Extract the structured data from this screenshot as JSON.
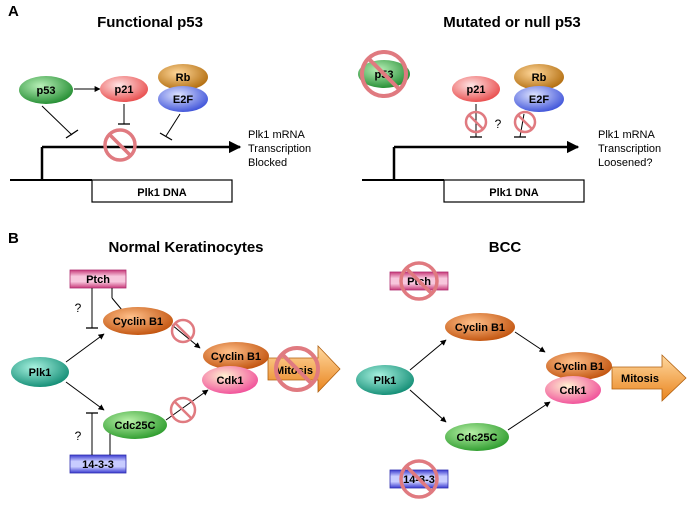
{
  "panel_a": {
    "letter": "A",
    "left_title": "Functional p53",
    "right_title": "Mutated or null p53",
    "p53": "p53",
    "p21": "p21",
    "rb": "Rb",
    "e2f": "E2F",
    "dna_label": "Plk1 DNA",
    "question": "?",
    "left_text": [
      "Plk1 mRNA",
      "Transcription",
      "Blocked"
    ],
    "right_text": [
      "Plk1 mRNA",
      "Transcription",
      "Loosened?"
    ]
  },
  "panel_b": {
    "letter": "B",
    "left_title": "Normal Keratinocytes",
    "right_title": "BCC",
    "ptch": "Ptch",
    "plk1": "Plk1",
    "cyclin_b1": "Cyclin B1",
    "cdc25c": "Cdc25C",
    "cdk1": "Cdk1",
    "mitosis": "Mitosis",
    "protein_1433": "14-3-3",
    "question": "?"
  },
  "colors": {
    "p53": "#2e9a3c",
    "p21": "#f07878",
    "rb": "#c98a1e",
    "e2f": "#5a6ee0",
    "plk1": "#1fa08a",
    "cyclin_b1": "#d9641a",
    "cdc25c": "#3aa33a",
    "cdk1": "#f06aa8",
    "mitosis": "#f09a3a",
    "ptch": "#e58ab0",
    "protein_1433": "#5f66e6",
    "forbidden": "#e07a80"
  }
}
